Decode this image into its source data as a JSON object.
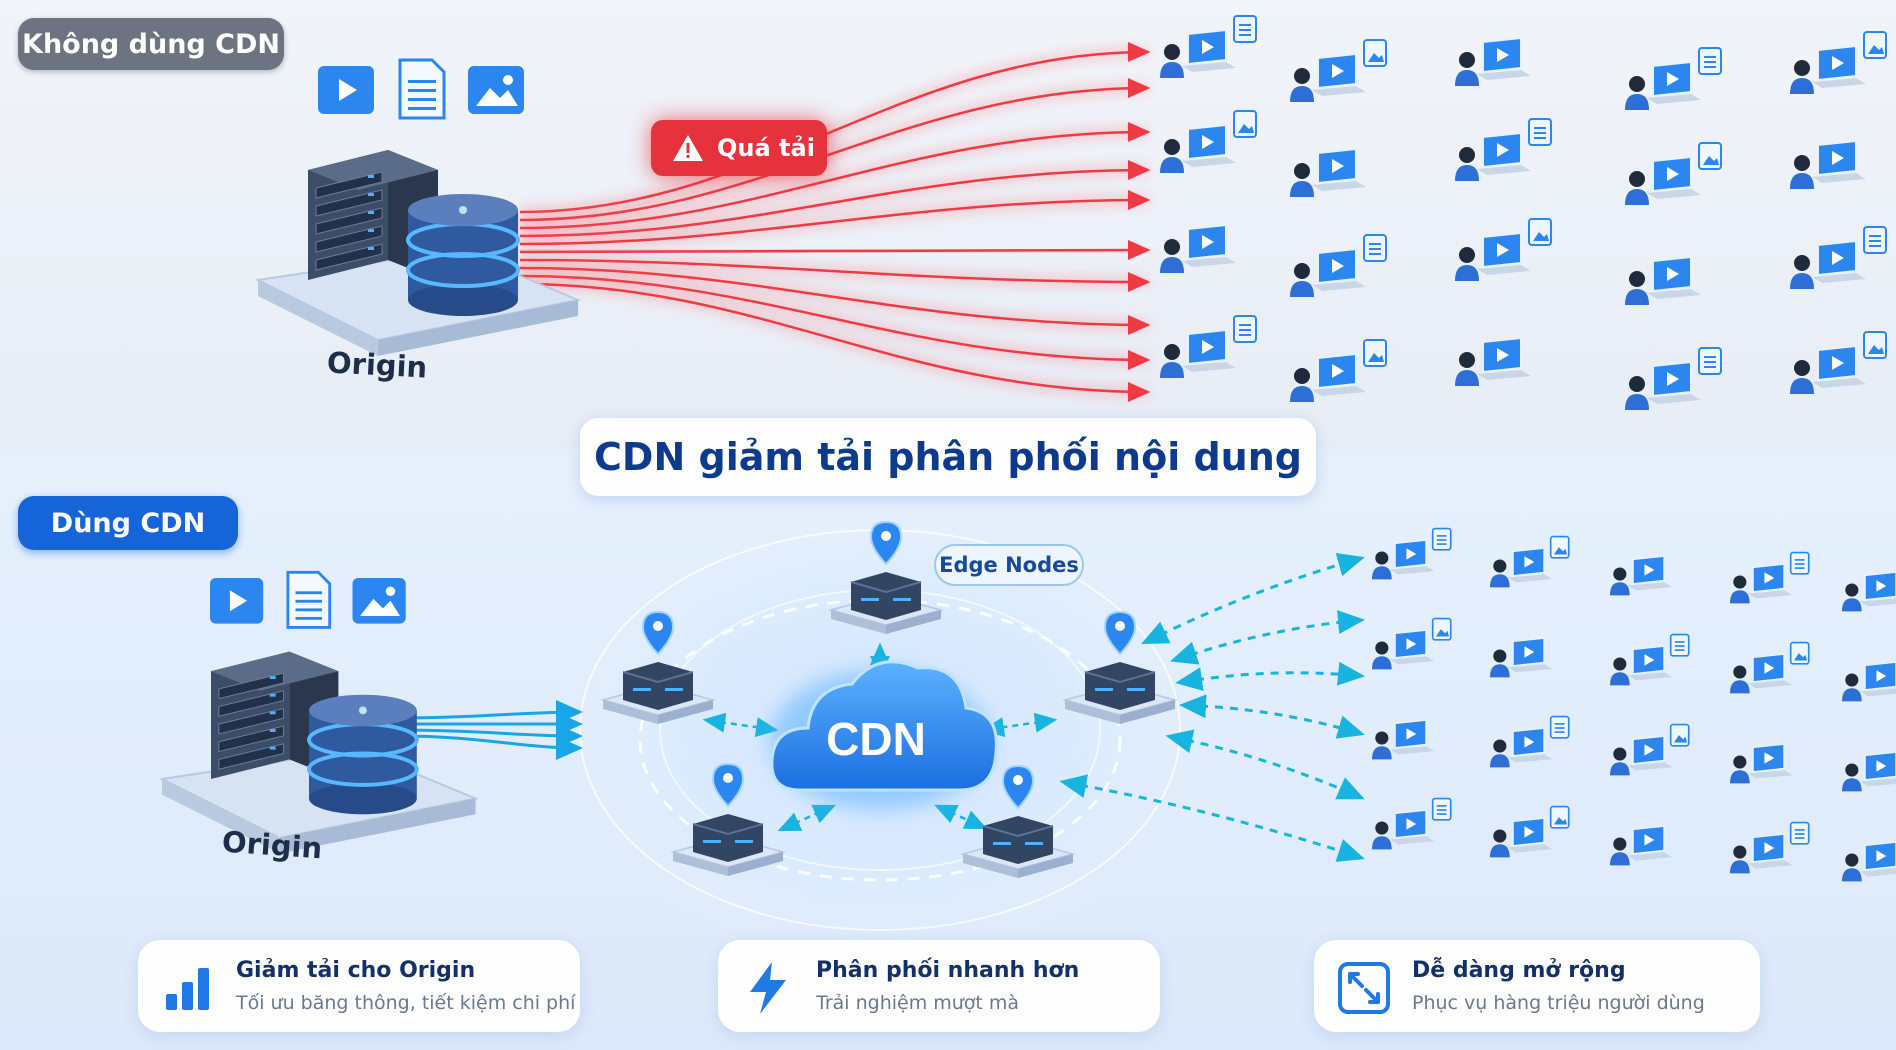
{
  "sections": {
    "without_cdn": {
      "label": "Không dùng CDN",
      "origin_label": "Origin",
      "warning_label": "Quá tải"
    },
    "with_cdn": {
      "label": "Dùng CDN",
      "origin_label": "Origin",
      "cloud_label": "CDN",
      "edge_label": "Edge Nodes"
    }
  },
  "title": "CDN giảm tải phân phối nội dung",
  "benefits": [
    {
      "icon": "bar-chart-icon",
      "title": "Giảm tải cho Origin",
      "subtitle": "Tối ưu băng thông, tiết kiệm chi phí"
    },
    {
      "icon": "lightning-icon",
      "title": "Phân phối nhanh hơn",
      "subtitle": "Trải nghiệm mượt mà"
    },
    {
      "icon": "expand-icon",
      "title": "Dễ dàng mở rộng",
      "subtitle": "Phục vụ hàng triệu người dùng"
    }
  ],
  "colors": {
    "overload_red": "#ef3a44",
    "cdn_blue": "#1565d8",
    "flow_cyan": "#18b4e0",
    "title_navy": "#0d3a8c"
  },
  "icons": [
    "play-icon",
    "document-icon",
    "image-icon",
    "server-icon",
    "database-icon",
    "warning-icon",
    "location-pin-icon",
    "cloud-icon",
    "laptop-icon",
    "user-icon"
  ]
}
